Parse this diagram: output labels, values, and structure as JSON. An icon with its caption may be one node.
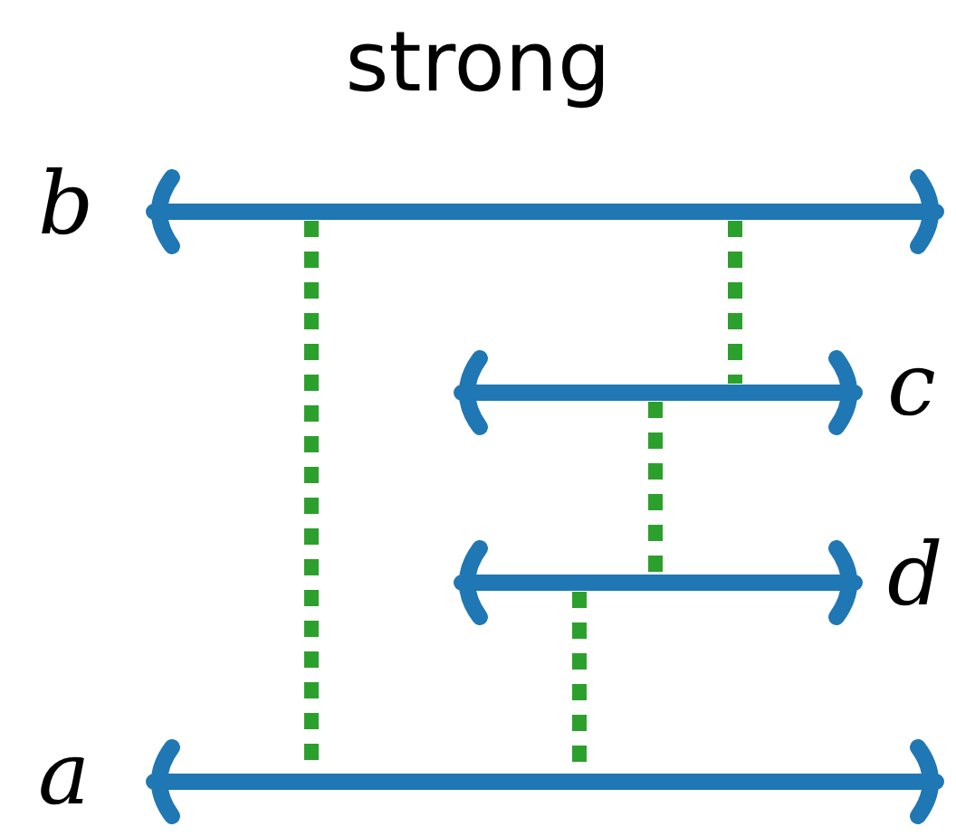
{
  "diagram": {
    "title": "strong",
    "nodes": [
      {
        "text": [],
        "shape": "bar",
        "beside": [
          "b"
        ]
      },
      {
        "text": [],
        "shape": "bar",
        "beside": [
          "c"
        ]
      },
      {
        "text": [],
        "shape": "bar",
        "beside": [
          "d"
        ]
      },
      {
        "text": [],
        "shape": "bar",
        "beside": [
          "a"
        ]
      }
    ],
    "edges": [
      {
        "from": 0,
        "to": 3,
        "arrow": "none",
        "style": "dashed"
      },
      {
        "from": 0,
        "to": 1,
        "arrow": "none",
        "style": "dashed"
      },
      {
        "from": 1,
        "to": 2,
        "arrow": "none",
        "style": "dashed"
      },
      {
        "from": 2,
        "to": 3,
        "arrow": "none",
        "style": "dashed"
      }
    ]
  }
}
